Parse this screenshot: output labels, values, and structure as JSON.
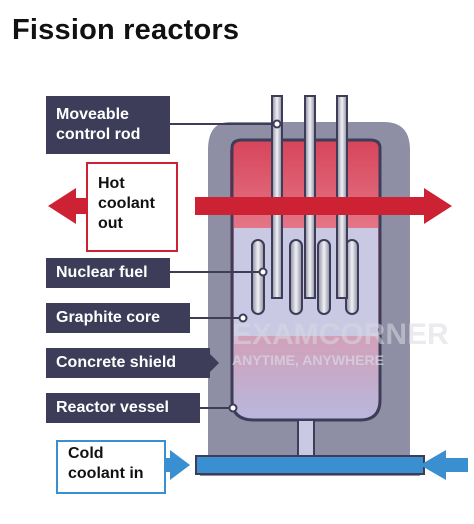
{
  "title": "Fission reactors",
  "labels": {
    "control_rod": "Moveable\ncontrol rod",
    "hot_coolant": "Hot\ncoolant\nout",
    "nuclear_fuel": "Nuclear fuel",
    "graphite_core": "Graphite core",
    "concrete_shield": "Concrete shield",
    "reactor_vessel": "Reactor vessel",
    "cold_coolant": "Cold\ncoolant in"
  },
  "watermark": {
    "brand": "EXAMCORNER",
    "tagline": "ANYTIME, ANYWHERE"
  },
  "colors": {
    "label_bg": "#3d3d5a",
    "hot": "#cc2233",
    "cold": "#3a8fd0",
    "shield": "#8e8ea4"
  }
}
